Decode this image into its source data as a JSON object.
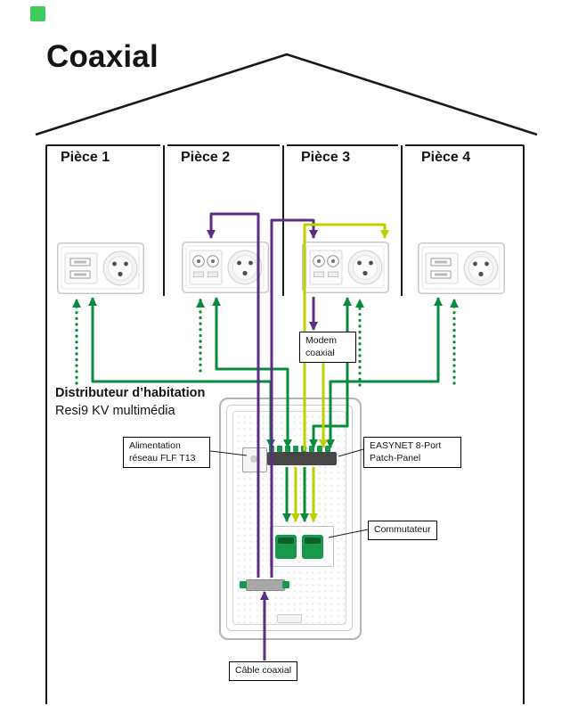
{
  "brand": {
    "logo_color": "#3ecd5a"
  },
  "title": "Coaxial",
  "rooms": [
    {
      "label": "Pièce 1"
    },
    {
      "label": "Pièce 2"
    },
    {
      "label": "Pièce 3"
    },
    {
      "label": "Pièce 4"
    }
  ],
  "distributor": {
    "line1": "Distributeur d’habitation",
    "line2": "Resi9 KV multimédia"
  },
  "labels": {
    "alimentation": "Alimentation\nréseau FLF T13",
    "patch_panel": "EASYNET 8-Port\nPatch-Panel",
    "commutateur": "Commutateur",
    "modem": "Modem\ncoaxial",
    "cable": "Câble coaxial"
  },
  "colors": {
    "green": "#0a8a3c",
    "lime": "#bfd000",
    "purple": "#5c2d85",
    "outline": "#1a1a1a"
  }
}
